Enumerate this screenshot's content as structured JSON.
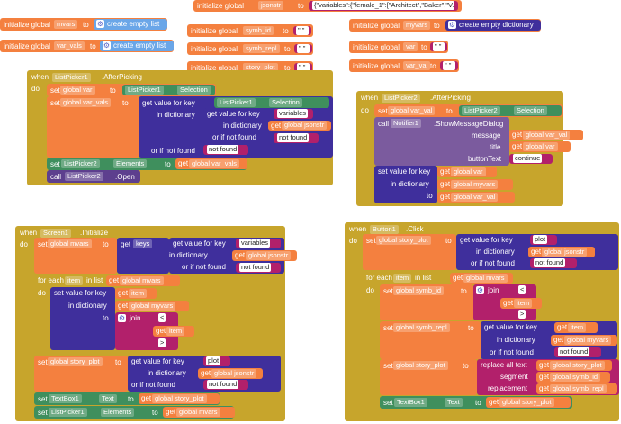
{
  "globals": {
    "jsonstr_label": "initialize global",
    "jsonstr_name": "jsonstr",
    "jsonstr_to": "to",
    "jsonstr_value": "{\"variables\":{\"female_1\":[\"Architect\",\"Baker\",\"V...",
    "mvars_label": "initialize global",
    "mvars_name": "mvars",
    "mvars_to": "to",
    "mvars_value": "create empty list",
    "var_vals_label": "initialize global",
    "var_vals_name": "var_vals",
    "var_vals_to": "to",
    "var_vals_value": "create empty list",
    "symb_id_label": "initialize global",
    "symb_id_name": "symb_id",
    "symb_id_to": "to",
    "symb_repl_label": "initialize global",
    "symb_repl_name": "symb_repl",
    "symb_repl_to": "to",
    "story_plot_label": "initialize global",
    "story_plot_name": "story_plot",
    "story_plot_to": "to",
    "myvars_label": "initialize global",
    "myvars_name": "myvars",
    "myvars_to": "to",
    "myvars_value": "create empty dictionary",
    "var_label": "initialize global",
    "var_name": "var",
    "var_to": "to",
    "var_val_label": "initialize global",
    "var_val_name": "var_val",
    "var_val_to": "to",
    "empty_str": "\" \""
  },
  "lp1": {
    "when": "when",
    "component": "ListPicker1",
    "event": ".AfterPicking",
    "do": "do",
    "set1": "set",
    "set1_var": "global var",
    "set1_to": "to",
    "set1_comp": "ListPicker1",
    "set1_prop": "Selection",
    "set2": "set",
    "set2_var": "global var_vals",
    "set2_to": "to",
    "get_value_for_key": "get value for key",
    "key_comp": "ListPicker1",
    "key_prop": "Selection",
    "in_dictionary": "in dictionary",
    "inner_get_value": "get value for key",
    "inner_key": "variables",
    "inner_in_dictionary": "in dictionary",
    "inner_dict_get": "get",
    "inner_dict_var": "global jsonstr",
    "inner_not_found_label": "or if not found",
    "inner_not_found": "not found",
    "outer_not_found_label": "or if not found",
    "outer_not_found": "not found",
    "set3": "set",
    "set3_comp": "ListPicker2",
    "set3_prop": "Elements",
    "set3_to": "to",
    "set3_get": "get",
    "set3_var": "global var_vals",
    "call": "call",
    "call_comp": "ListPicker2",
    "call_method": ".Open"
  },
  "lp2": {
    "when": "when",
    "component": "ListPicker2",
    "event": ".AfterPicking",
    "do": "do",
    "set1": "set",
    "set1_var": "global var_val",
    "set1_to": "to",
    "set1_comp": "ListPicker2",
    "set1_prop": "Selection",
    "call": "call",
    "call_comp": "Notifier1",
    "call_method": ".ShowMessageDialog",
    "message_label": "message",
    "message_get": "get",
    "message_var": "global var_val",
    "title_label": "title",
    "title_get": "get",
    "title_var": "global var",
    "button_label": "buttonText",
    "button_value": "continue",
    "set_value": "set value for key",
    "key_get": "get",
    "key_var": "global var",
    "in_dictionary": "in dictionary",
    "dict_get": "get",
    "dict_var": "global myvars",
    "to_label": "to",
    "to_get": "get",
    "to_var": "global var_val"
  },
  "screen1": {
    "when": "when",
    "component": "Screen1",
    "event": ".Initialize",
    "do": "do",
    "set1": "set",
    "set1_var": "global mvars",
    "set1_to": "to",
    "set1_get": "get",
    "set1_keys": "keys",
    "get_value": "get value for key",
    "key_value": "variables",
    "in_dictionary": "in dictionary",
    "dict_get": "get",
    "dict_var": "global jsonstr",
    "not_found_label": "or if not found",
    "not_found": "not found",
    "for_each": "for each",
    "item": "item",
    "in_list": "in list",
    "list_get": "get",
    "list_var": "global mvars",
    "inner_do": "do",
    "inner_set": "set value for key",
    "inner_key_get": "get",
    "inner_key_var": "item",
    "inner_in_dict": "in dictionary",
    "inner_dict_get": "get",
    "inner_dict_var": "global myvars",
    "inner_to": "to",
    "join": "join",
    "join_a": "<",
    "join_b_get": "get",
    "join_b_var": "item",
    "join_c": ">",
    "set2": "set",
    "set2_var": "global story_plot",
    "set2_to": "to",
    "gv2": "get value for key",
    "gv2_key": "plot",
    "gv2_in_dict": "in dictionary",
    "gv2_dict_get": "get",
    "gv2_dict_var": "global jsonstr",
    "gv2_nf_label": "or if not found",
    "gv2_nf": "not found",
    "set3": "set",
    "set3_comp": "TextBox1",
    "set3_prop": "Text",
    "set3_to": "to",
    "set3_get": "get",
    "set3_var": "global story_plot",
    "set4": "set",
    "set4_comp": "ListPicker1",
    "set4_prop": "Elements",
    "set4_to": "to",
    "set4_get": "get",
    "set4_var": "global mvars"
  },
  "btn1": {
    "when": "when",
    "component": "Button1",
    "event": ".Click",
    "do": "do",
    "set1": "set",
    "set1_var": "global story_plot",
    "set1_to": "to",
    "gv": "get value for key",
    "gv_key": "plot",
    "gv_in_dict": "in dictionary",
    "gv_dict_get": "get",
    "gv_dict_var": "global jsonstr",
    "gv_nf_label": "or if not found",
    "gv_nf": "not found",
    "for_each": "for each",
    "item": "item",
    "in_list": "in list",
    "list_get": "get",
    "list_var": "global mvars",
    "inner_do": "do",
    "s1": "set",
    "s1_var": "global symb_id",
    "s1_to": "to",
    "join": "join",
    "join_a": "<",
    "join_b_get": "get",
    "join_b_var": "item",
    "join_c": ">",
    "s2": "set",
    "s2_var": "global symb_repl",
    "s2_to": "to",
    "s2_gv": "get value for key",
    "s2_key_get": "get",
    "s2_key_var": "item",
    "s2_in_dict": "in dictionary",
    "s2_dict_get": "get",
    "s2_dict_var": "global myvars",
    "s2_nf_label": "or if not found",
    "s2_nf": "not found",
    "s3": "set",
    "s3_var": "global story_plot",
    "s3_to": "to",
    "replace_all": "replace all text",
    "ra_get": "get",
    "ra_var": "global story_plot",
    "segment": "segment",
    "seg_get": "get",
    "seg_var": "global symb_id",
    "replacement": "replacement",
    "rep_get": "get",
    "rep_var": "global symb_repl",
    "s4": "set",
    "s4_comp": "TextBox1",
    "s4_prop": "Text",
    "s4_to": "to",
    "s4_get": "get",
    "s4_var": "global story_plot"
  }
}
